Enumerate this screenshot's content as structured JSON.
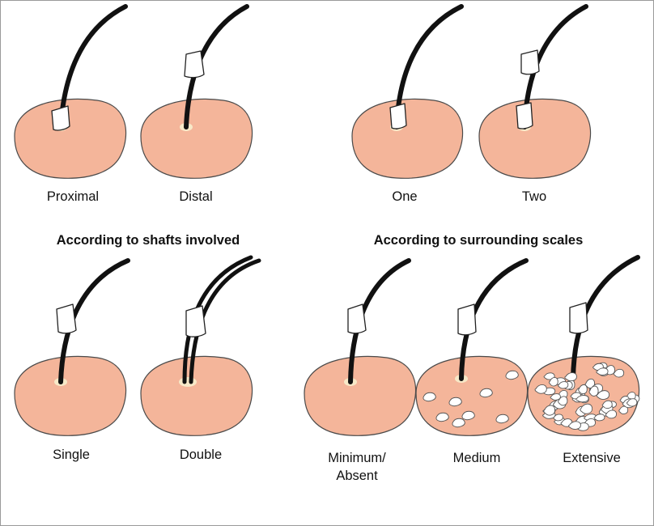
{
  "colors": {
    "skin": "#f4b59a",
    "hair": "#111111",
    "cast": "#ffffff",
    "outline": "#4a4a4a"
  },
  "headings": {
    "shafts": "According to shafts involved",
    "scales": "According to surrounding scales"
  },
  "panels": [
    {
      "id": "proximal",
      "label": "Proximal"
    },
    {
      "id": "distal",
      "label": "Distal"
    },
    {
      "id": "one",
      "label": "One"
    },
    {
      "id": "two",
      "label": "Two"
    },
    {
      "id": "single",
      "label": "Single"
    },
    {
      "id": "double",
      "label": "Double"
    },
    {
      "id": "minimum",
      "label_line1": "Minimum/",
      "label_line2": "Absent"
    },
    {
      "id": "medium",
      "label": "Medium"
    },
    {
      "id": "extensive",
      "label": "Extensive"
    }
  ]
}
